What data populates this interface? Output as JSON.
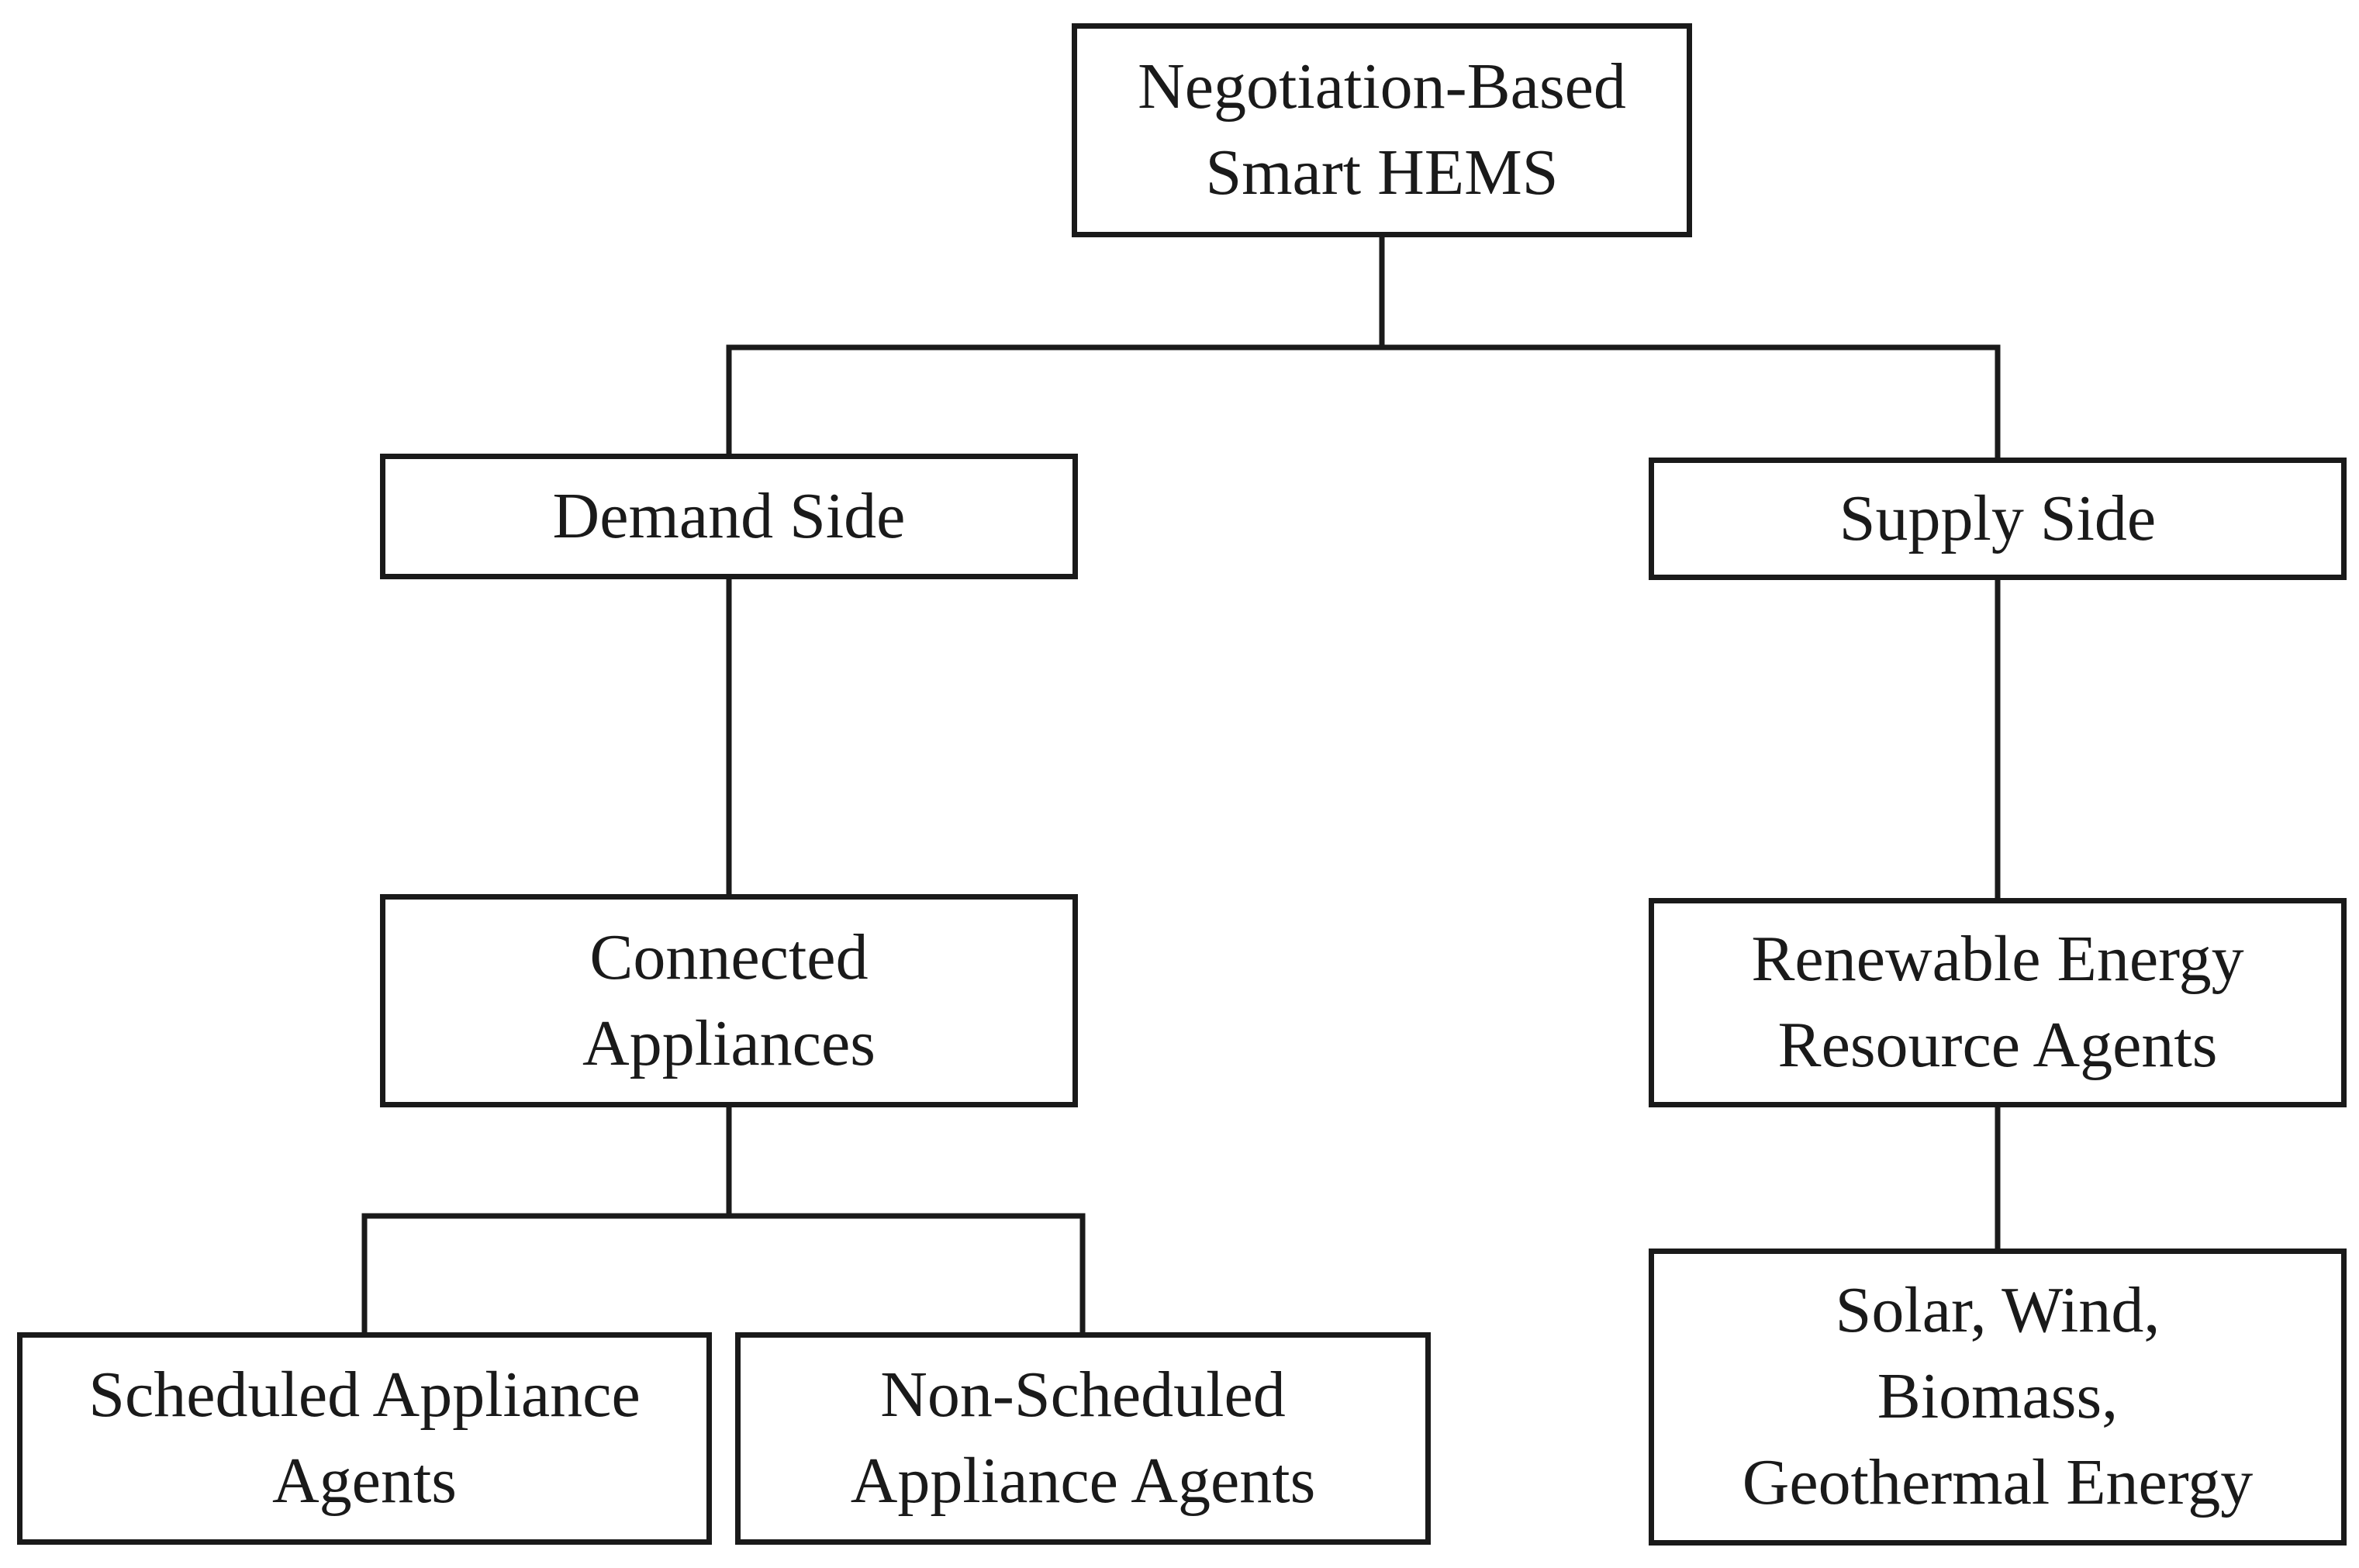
{
  "diagram": {
    "root": {
      "label": "Negotiation-Based\nSmart HEMS"
    },
    "demand_side": {
      "label": "Demand Side",
      "connected_appliances": {
        "label": "Connected\nAppliances"
      },
      "scheduled_agents": {
        "label": "Scheduled Appliance\nAgents"
      },
      "non_scheduled_agents": {
        "label": "Non-Scheduled\nAppliance Agents"
      }
    },
    "supply_side": {
      "label": "Supply Side",
      "renewable_agents": {
        "label": "Renewable Energy\nResource Agents"
      },
      "energy_sources": {
        "label": "Solar, Wind,\nBiomass,\nGeothermal Energy"
      }
    },
    "colors": {
      "line": "#1a1a1a",
      "box_fill": "#ffffff"
    }
  }
}
